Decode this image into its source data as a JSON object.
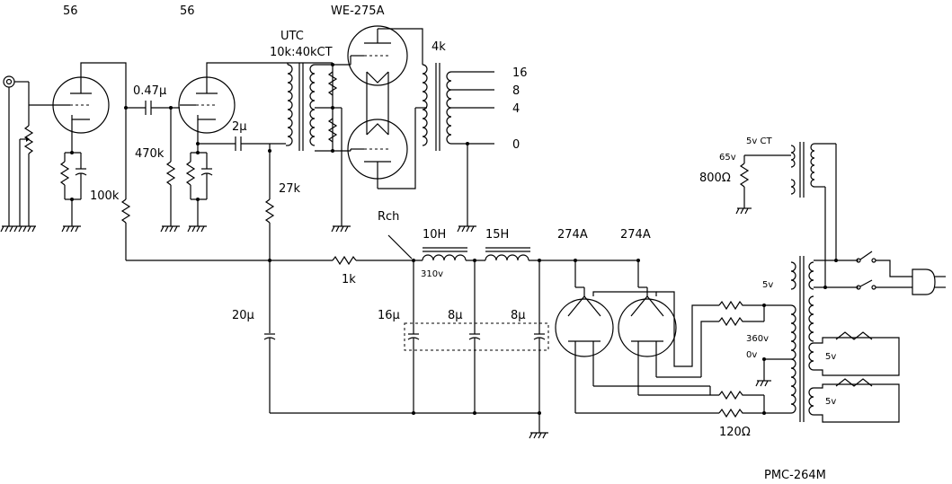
{
  "labels": {
    "tube_v1": "56",
    "tube_v2": "56",
    "output_tube": "WE-275A",
    "interstage_maker": "UTC",
    "interstage_ratio": "10k:40kCT",
    "out_impedance": "4k",
    "tap_16": "16",
    "tap_8": "8",
    "tap_4": "4",
    "tap_0": "0",
    "cap_047": "0.47μ",
    "cap_2": "2μ",
    "res_470k": "470k",
    "res_100k": "100k",
    "res_27k": "27k",
    "res_1k": "1k",
    "cap_20": "20μ",
    "rch": "Rch",
    "choke_10h": "10H",
    "choke_15h": "15H",
    "b_plus": "310v",
    "cap_16": "16μ",
    "cap_8a": "8μ",
    "cap_8b": "8μ",
    "rect_1": "274A",
    "rect_2": "274A",
    "heater_5v_ct": "5v CT",
    "heater_65v": "65v",
    "res_800": "800Ω",
    "pt_5v": "5v",
    "pt_360v": "360v",
    "pt_0v": "0v",
    "pt_5v_a": "5v",
    "pt_5v_b": "5v",
    "res_120": "120Ω",
    "pt_model": "PMC-264M"
  }
}
